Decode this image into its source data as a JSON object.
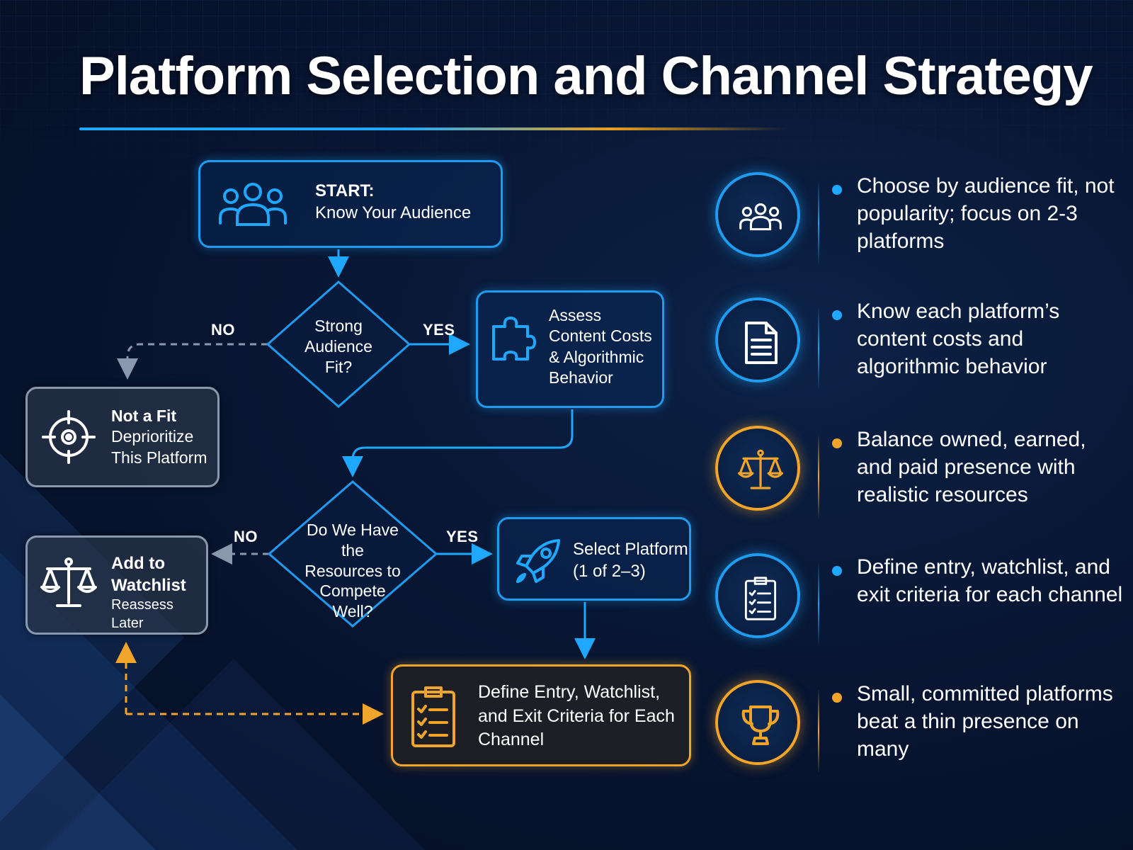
{
  "title": "Platform Selection and Channel Strategy",
  "colors": {
    "accent_blue": "#1e9cf0",
    "accent_gold": "#f0a52a",
    "node_gray": "#8a98ad",
    "background": "#081633"
  },
  "flow": {
    "start": {
      "heading": "START:",
      "text": "Know Your Audience",
      "icon": "audience-icon"
    },
    "decision1": {
      "label": "Strong Audience Fit?",
      "yes": "YES",
      "no": "NO"
    },
    "assess": {
      "text": "Assess Content Costs & Algorithmic Behavior",
      "icon": "puzzle-icon"
    },
    "not_fit": {
      "heading": "Not a Fit",
      "text1": "Deprioritize",
      "text2": "This Platform",
      "icon": "target-icon"
    },
    "decision2": {
      "label": "Do We Have the Resources to Compete Well?",
      "yes": "YES",
      "no": "NO"
    },
    "watchlist": {
      "heading1": "Add to",
      "heading2": "Watchlist",
      "text": "Reassess Later",
      "icon": "scale-icon"
    },
    "select": {
      "text1": "Select Platform",
      "text2": "(1 of 2–3)",
      "icon": "rocket-icon"
    },
    "define": {
      "text": "Define Entry, Watchlist, and Exit Criteria for Each Channel",
      "icon": "checklist-icon"
    }
  },
  "tips": [
    {
      "text": "Choose by audience fit, not popularity; focus on 2-3 platforms",
      "icon": "audience-icon",
      "color": "blue"
    },
    {
      "text": "Know each platform’s content costs and algorithmic behavior",
      "icon": "document-icon",
      "color": "blue"
    },
    {
      "text": "Balance owned, earned, and paid presence with realistic resources",
      "icon": "scale-icon",
      "color": "gold"
    },
    {
      "text": "Define entry, watchlist, and exit criteria for each channel",
      "icon": "checklist-icon",
      "color": "blue"
    },
    {
      "text": "Small, committed platforms beat a thin presence on many",
      "icon": "trophy-icon",
      "color": "gold"
    }
  ]
}
